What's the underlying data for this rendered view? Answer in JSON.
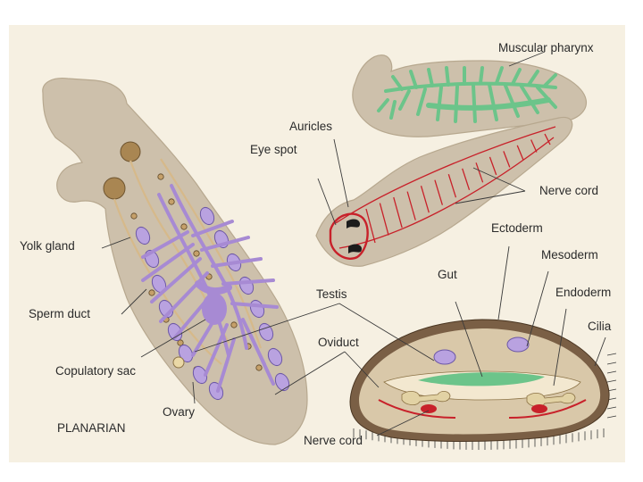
{
  "figure": {
    "title": "PLANARIAN",
    "labels": {
      "muscular_pharynx": "Muscular pharynx",
      "auricles": "Auricles",
      "eye_spot": "Eye spot",
      "nerve_cord_top": "Nerve cord",
      "ectoderm": "Ectoderm",
      "mesoderm": "Mesoderm",
      "gut": "Gut",
      "endoderm": "Endoderm",
      "testis": "Testis",
      "cilia": "Cilia",
      "oviduct": "Oviduct",
      "yolk_gland": "Yolk gland",
      "sperm_duct": "Sperm duct",
      "copulatory_sac": "Copulatory sac",
      "ovary": "Ovary",
      "nerve_cord_bottom": "Nerve cord"
    },
    "colors": {
      "background": "#f6f0e2",
      "body": "#cdc0ab",
      "digestive": "#6cc48a",
      "nervous": "#c8212a",
      "reproductive": "#a78ad3",
      "yolk": "#c5a06a"
    }
  }
}
